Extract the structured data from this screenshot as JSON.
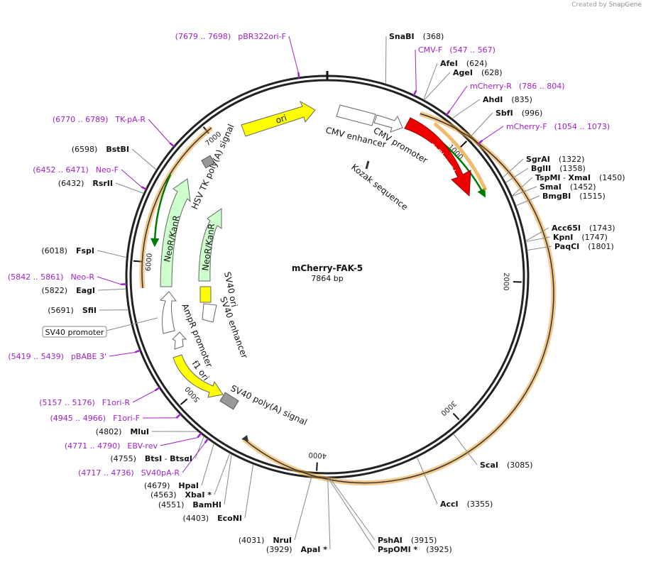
{
  "credit": {
    "prefix": "Created by",
    "brand": "SnapGene"
  },
  "title": "mCherry-FAK-5",
  "size": "7864 bp",
  "colors": {
    "primer": "#a020c8",
    "mcherry": "#ee0000",
    "ori": "#ffff00",
    "neo": "#ccffcc",
    "polyA": "#999999",
    "orf_outline": "#e89c2a",
    "primer_arrow": "#007a00"
  },
  "ticks": [
    "1000",
    "2000",
    "3000",
    "4000",
    "5000",
    "6000",
    "7000"
  ],
  "enzymes": [
    {
      "name": "SnaBI",
      "pos": "(368)"
    },
    {
      "name": "AfeI",
      "pos": "(624)"
    },
    {
      "name": "AgeI",
      "pos": "(628)"
    },
    {
      "name": "AhdI",
      "pos": "(835)"
    },
    {
      "name": "SbfI",
      "pos": "(996)"
    },
    {
      "name": "SgrAI",
      "pos": "(1322)"
    },
    {
      "name": "BglII",
      "pos": "(1358)"
    },
    {
      "name": "TspMI",
      "name2": "XmaI",
      "pos": "(1450)"
    },
    {
      "name": "SmaI",
      "pos": "(1452)"
    },
    {
      "name": "BmgBI",
      "pos": "(1515)"
    },
    {
      "name": "Acc65I",
      "pos": "(1743)"
    },
    {
      "name": "KpnI",
      "pos": "(1747)"
    },
    {
      "name": "PaqCI",
      "pos": "(1801)"
    },
    {
      "name": "ScaI",
      "pos": "(3085)"
    },
    {
      "name": "AccI",
      "pos": "(3355)"
    },
    {
      "name": "PshAI",
      "pos": "(3915)"
    },
    {
      "name": "PspOMI *",
      "pos": "(3925)"
    },
    {
      "name": "NruI",
      "pos": "(4031)"
    },
    {
      "name": "ApaI *",
      "pos": "(3929)"
    },
    {
      "name": "EcoNI",
      "pos": "(4403)"
    },
    {
      "name": "BamHI",
      "pos": "(4551)"
    },
    {
      "name": "XbaI *",
      "pos": "(4563)"
    },
    {
      "name": "HpaI",
      "pos": "(4679)"
    },
    {
      "name": "BtsI",
      "name2": "BtsαI",
      "pos": "(4755)"
    },
    {
      "name": "MluI",
      "pos": "(4802)"
    },
    {
      "name": "SfiI",
      "pos": "(5691)"
    },
    {
      "name": "EagI",
      "pos": "(5822)"
    },
    {
      "name": "FspI",
      "pos": "(6018)"
    },
    {
      "name": "RsrII",
      "pos": "(6432)"
    },
    {
      "name": "BstBI",
      "pos": "(6598)"
    }
  ],
  "primers": [
    {
      "label": "CMV-F",
      "range": "(547 .. 567)"
    },
    {
      "label": "mCherry-R",
      "range": "(786 .. 804)"
    },
    {
      "label": "mCherry-F",
      "range": "(1054 .. 1073)"
    },
    {
      "label": "pBR322ori-F",
      "range": "(7679 .. 7698)"
    },
    {
      "label": "TK-pA-R",
      "range": "(6770 .. 6789)"
    },
    {
      "label": "Neo-F",
      "range": "(6452 .. 6471)"
    },
    {
      "label": "Neo-R",
      "range": "(5842 .. 5861)"
    },
    {
      "label": "pBABE 3'",
      "range": "(5419 .. 5439)"
    },
    {
      "label": "F1ori-R",
      "range": "(5157 .. 5176)"
    },
    {
      "label": "F1ori-F",
      "range": "(4945 .. 4966)"
    },
    {
      "label": "EBV-rev",
      "range": "(4771 .. 4790)"
    },
    {
      "label": "SV40pA-R",
      "range": "(4717 .. 4736)"
    }
  ],
  "features": {
    "ori": "ori",
    "cmv_enhancer": "CMV enhancer",
    "cmv_promoter": "CMV promoter",
    "mcherry": "mCherry",
    "kozak": "Kozak sequence",
    "hsv_tk": "HSV TK poly(A) signal",
    "neo1": "NeoR/KanR",
    "neo2": "NeoR/KanR",
    "sv40_ori": "SV40 ori",
    "sv40_enhancer": "SV40 enhancer",
    "ampr_promoter": "AmpR promoter",
    "f1_ori": "f1 ori",
    "sv40_polyA": "SV40 poly(A) signal",
    "sv40_promoter": "SV40 promoter"
  }
}
